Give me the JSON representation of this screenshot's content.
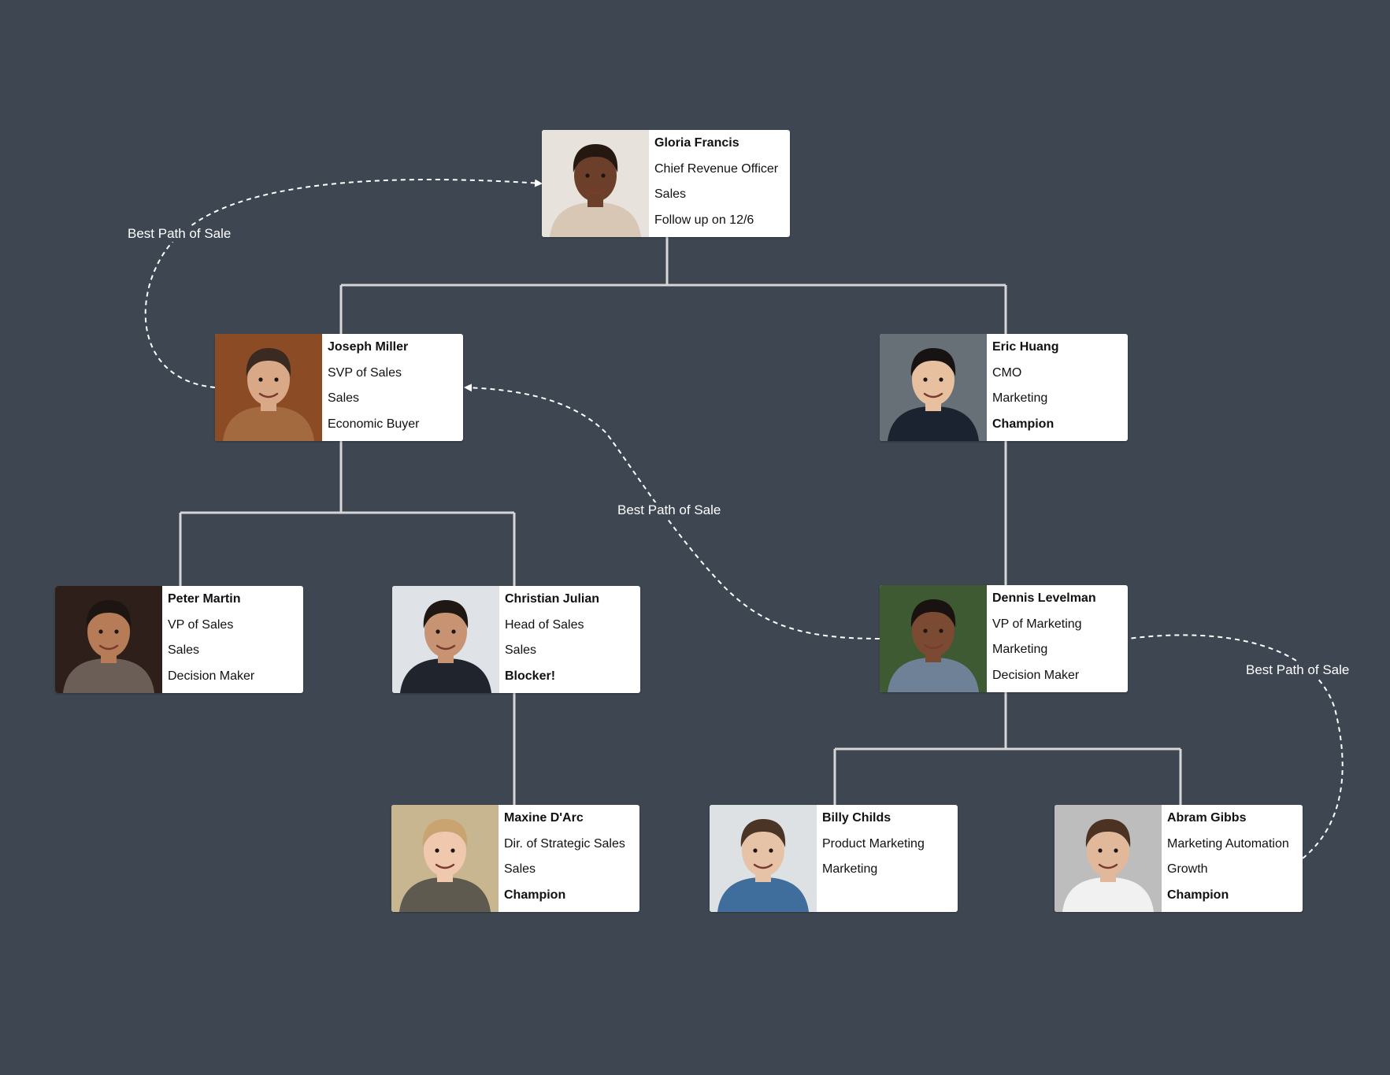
{
  "people": [
    {
      "name": "Gloria Francis",
      "title": "Chief Revenue Officer",
      "department": "Sales",
      "note": "Follow up on 12/6",
      "note_type": "normal",
      "skin": "#6b3f2a",
      "hair": "#241811",
      "shirt": "#d8c7b4",
      "bg": "#e7e2dc"
    },
    {
      "name": "Joseph Miller",
      "title": "SVP of Sales",
      "department": "Sales",
      "note": "Economic Buyer",
      "note_type": "normal",
      "skin": "#d9a886",
      "hair": "#3b2a21",
      "shirt": "#a36a3f",
      "bg": "#8a4b25"
    },
    {
      "name": "Eric Huang",
      "title": "CMO",
      "department": "Marketing",
      "note": "Champion",
      "note_type": "champion",
      "skin": "#e7c0a0",
      "hair": "#171312",
      "shirt": "#1c2330",
      "bg": "#667076"
    },
    {
      "name": "Peter Martin",
      "title": "VP of Sales",
      "department": "Sales",
      "note": "Decision Maker",
      "note_type": "normal",
      "skin": "#b67b57",
      "hair": "#1c1512",
      "shirt": "#6b5e57",
      "bg": "#2f1f1b"
    },
    {
      "name": "Christian Julian",
      "title": "Head of Sales",
      "department": "Sales",
      "note": "Blocker!",
      "note_type": "blocker",
      "skin": "#c79372",
      "hair": "#1f1713",
      "shirt": "#20252d",
      "bg": "#dfe3e7"
    },
    {
      "name": "Dennis Levelman",
      "title": "VP of Marketing",
      "department": "Marketing",
      "note": "Decision Maker",
      "note_type": "normal",
      "skin": "#7a4a32",
      "hair": "#1a1210",
      "shirt": "#6f8197",
      "bg": "#3d5a33"
    },
    {
      "name": "Maxine D'Arc",
      "title": "Dir. of Strategic Sales",
      "department": "Sales",
      "note": "Champion",
      "note_type": "champion",
      "skin": "#efc8ad",
      "hair": "#c9a370",
      "shirt": "#5f5a4f",
      "bg": "#c7b68f"
    },
    {
      "name": "Billy Childs",
      "title": "Product Marketing",
      "department": "Marketing",
      "note": "",
      "note_type": "normal",
      "skin": "#e6c2a7",
      "hair": "#4a3426",
      "shirt": "#3f6e9c",
      "bg": "#dde1e4"
    },
    {
      "name": "Abram Gibbs",
      "title": "Marketing Automation",
      "department": "Growth",
      "note": "Champion",
      "note_type": "champion",
      "skin": "#e2b89b",
      "hair": "#4b3223",
      "shirt": "#f1f1f1",
      "bg": "#bdbdbd"
    }
  ],
  "paths": [
    {
      "label": "Best Path of Sale"
    },
    {
      "label": "Best Path of Sale"
    },
    {
      "label": "Best Path of Sale"
    }
  ],
  "colors": {
    "background": "#3e4651",
    "connector": "#d6d6d6",
    "path": "#ffffff",
    "champion": "#1fb3c3",
    "blocker": "#ff7a72"
  }
}
